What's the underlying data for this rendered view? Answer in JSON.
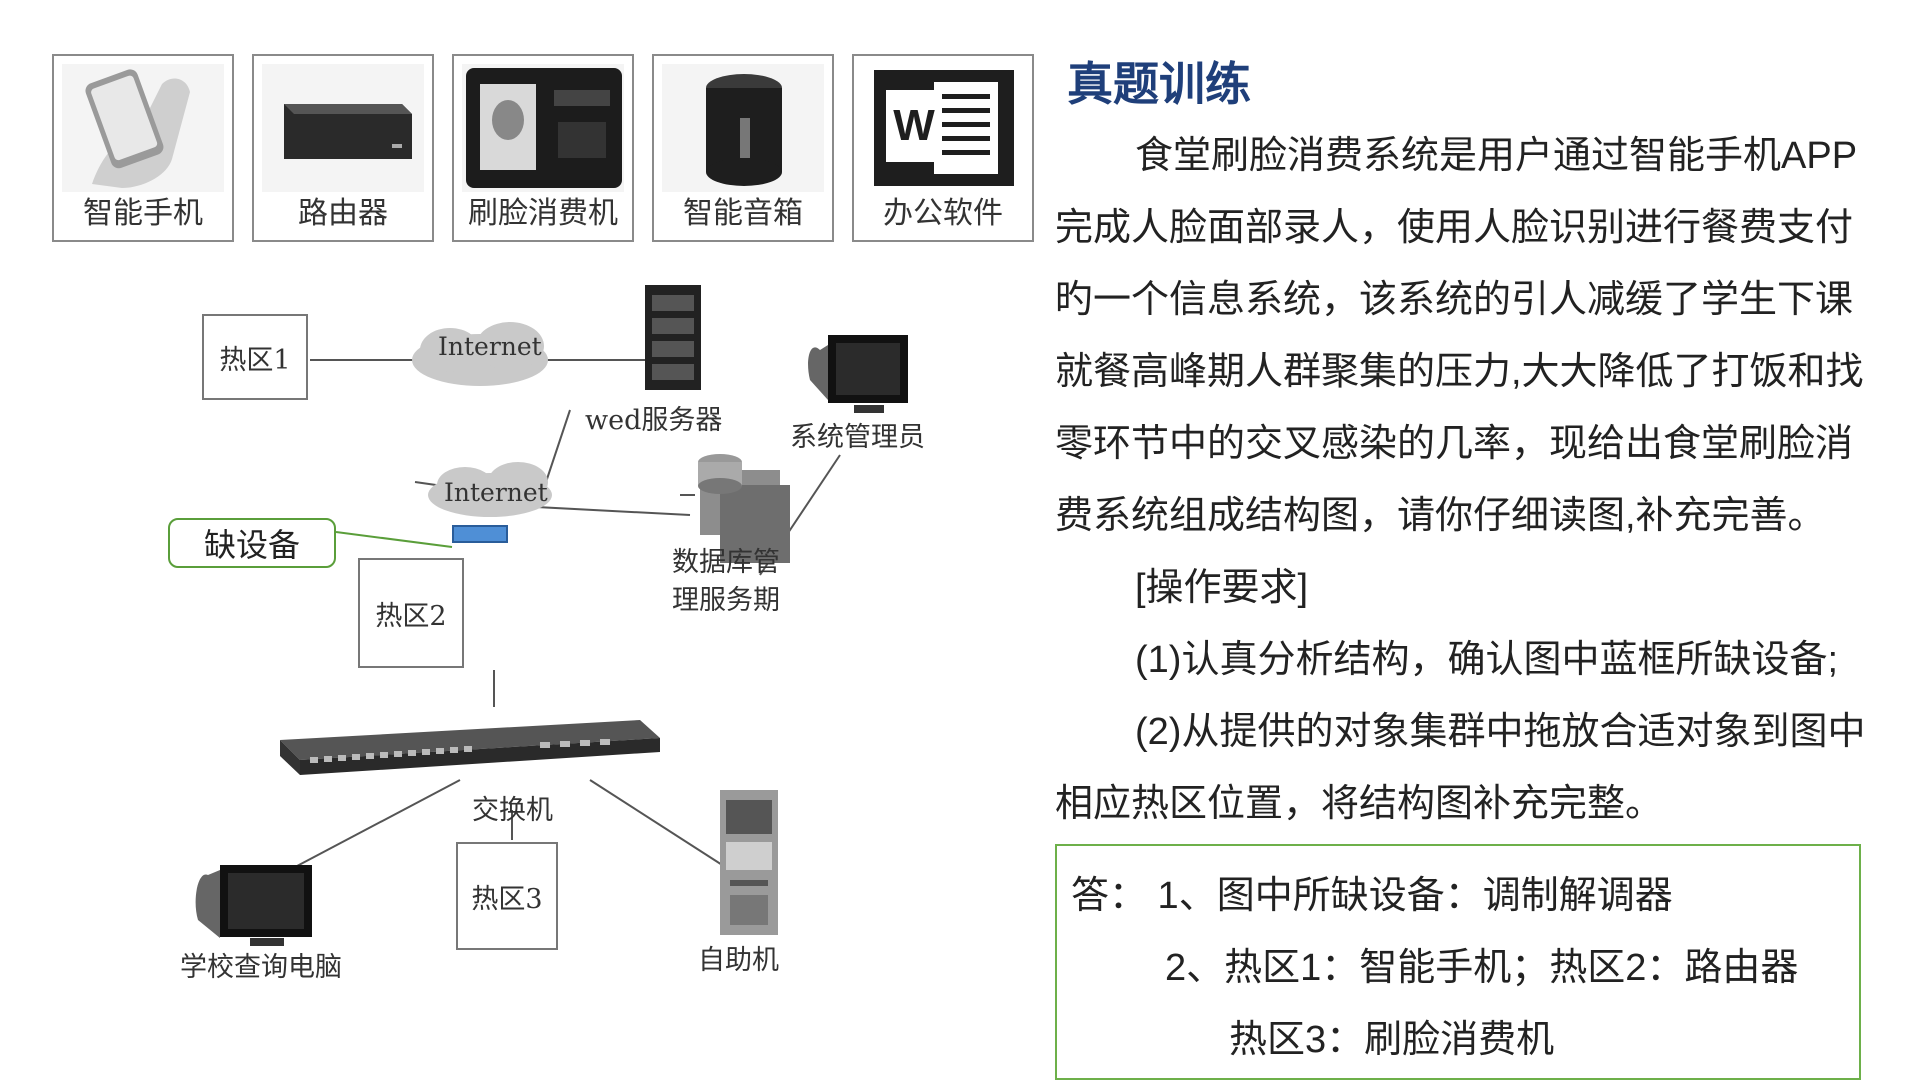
{
  "palette": [
    {
      "label": "智能手机",
      "icon": "smartphone-icon"
    },
    {
      "label": "路由器",
      "icon": "router-icon"
    },
    {
      "label": "刷脸消费机",
      "icon": "face-payment-machine-icon"
    },
    {
      "label": "智能音箱",
      "icon": "smart-speaker-icon"
    },
    {
      "label": "办公软件",
      "icon": "office-software-icon"
    }
  ],
  "diagram": {
    "hotzone1": "热区1",
    "hotzone2": "热区2",
    "hotzone3": "热区3",
    "internet_top": "Internet",
    "internet_mid": "Internet",
    "web_server": "wed服务器",
    "admin": "系统管理员",
    "db_server_line1": "数据库管",
    "db_server_line2": "理服务期",
    "switch": "交换机",
    "school_pc": "学校查询电脑",
    "kiosk": "自助机",
    "callout": "缺设备"
  },
  "text": {
    "title": "真题训练",
    "p1_l1": "食堂刷脸消费系统是用户通过智能手机APP",
    "p1_l2": "完成人脸面部录人，使用人脸识别进行餐费支付",
    "p1_l3": "旳一个信息系统，该系统的引人减缓了学生下课",
    "p1_l4": "就餐高峰期人群聚集的压力,大大降低了打饭和找",
    "p1_l5": "零环节中的交叉感染的几率，现给出食堂刷脸消",
    "p1_l6": "费系统组成结构图，请你仔细读图,补充完善。",
    "req": "[操作要求]",
    "req1": "(1)认真分析结构，确认图中蓝框所缺设备;",
    "req2_l1": "(2)从提供的对象集群中拖放合适对象到图中",
    "req2_l2": "相应热区位置，将结构图补充完整。"
  },
  "answer": {
    "l1": "答：  1、图中所缺设备：调制解调器",
    "l2": "2、热区1：智能手机；热区2：路由器",
    "l3": "热区3：刷脸消费机"
  },
  "colors": {
    "title": "#1f3f7a",
    "answer_border": "#6db04a",
    "callout_border": "#5a9e3a",
    "blue_box": "#4f8fd6"
  }
}
